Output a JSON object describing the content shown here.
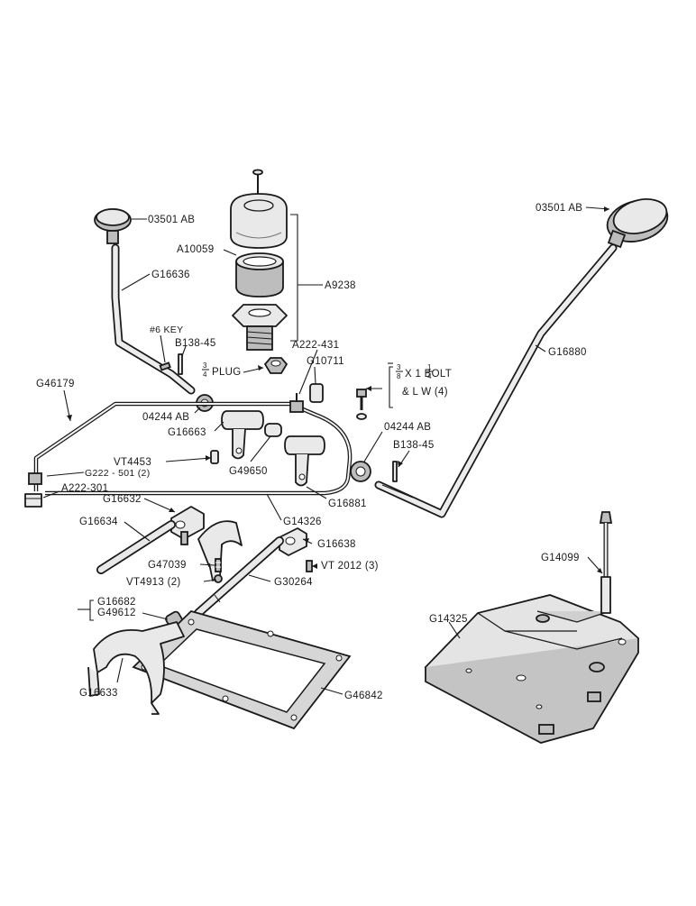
{
  "labels": {
    "knob_left": "03501 AB",
    "knob_right": "03501 AB",
    "cap": "A10059",
    "housing": "A9238",
    "lever_left": "G16636",
    "key": "#6 KEY",
    "pin_left": "B138-45",
    "plug": "PLUG",
    "plug_fraction_num": "3",
    "plug_fraction_den": "4",
    "fitting_top": "A222-431",
    "bushing_top": "G10711",
    "tube": "G46179",
    "washer_left": "04244 AB",
    "lever_bracket": "G16663",
    "bolt_line1": "X 1  BOLT",
    "bolt_frac1_num": "3",
    "bolt_frac1_den": "8",
    "bolt_frac2_num": "1",
    "bolt_frac2_den": "4",
    "bolt_line2": "& L W (4)",
    "washer_right": "04244 AB",
    "pin_right": "B138-45",
    "lever_right": "G16880",
    "pin_vt": "VT4453",
    "spacer": "G49650",
    "fitting_left1": "G222 - 501 (2)",
    "fitting_left2": "A222-301",
    "block_left": "G16632",
    "block_right": "G16881",
    "line_mid": "G14326",
    "shaft_left": "G16634",
    "collar": "G16638",
    "screw_vt": "VT 2012 (3)",
    "spring": "G47039",
    "ball": "VT4913 (2)",
    "shaft_right": "G30264",
    "stop1": "G16682",
    "stop2": "G49612",
    "fork": "G16633",
    "gasket": "G46842",
    "plate": "G14325",
    "dipstick": "G14099"
  }
}
